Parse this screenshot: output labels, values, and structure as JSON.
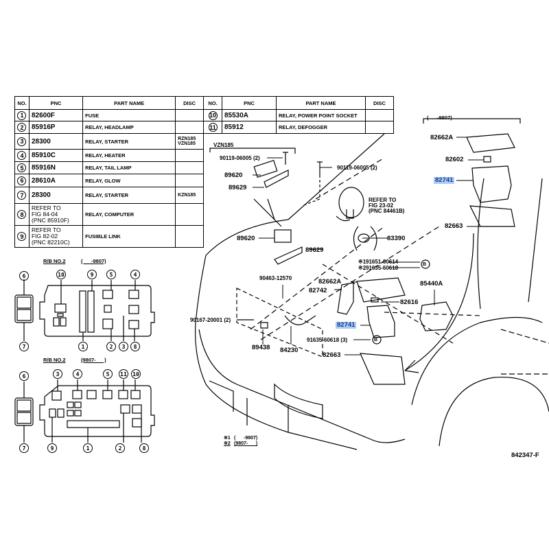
{
  "figure_id": "842347-F",
  "table_left": {
    "headers": {
      "no": "NO.",
      "pnc": "PNC",
      "part_name": "PART NAME",
      "disc": "DISC"
    },
    "rows": [
      {
        "no": "1",
        "pnc": "82600F",
        "part_name": "FUSE",
        "disc": ""
      },
      {
        "no": "2",
        "pnc": "85916P",
        "part_name": "RELAY, HEADLAMP",
        "disc": ""
      },
      {
        "no": "3",
        "pnc": "28300",
        "part_name": "RELAY, STARTER",
        "disc": "RZN185\nVZN185"
      },
      {
        "no": "4",
        "pnc": "85910C",
        "part_name": "RELAY, HEATER",
        "disc": ""
      },
      {
        "no": "5",
        "pnc": "85916N",
        "part_name": "RELAY, TAIL LAMP",
        "disc": ""
      },
      {
        "no": "6",
        "pnc": "28610A",
        "part_name": "RELAY, GLOW",
        "disc": ""
      },
      {
        "no": "7",
        "pnc": "28300",
        "part_name": "RELAY, STARTER",
        "disc": "KZN185"
      },
      {
        "no": "8",
        "pnc": "REFER TO\nFIG 84-04\n(PNC 85910F)",
        "part_name": "RELAY, COMPUTER",
        "disc": ""
      },
      {
        "no": "9",
        "pnc": "REFER TO\nFIG 82-02\n(PNC 82210C)",
        "part_name": "FUSIBLE LINK",
        "disc": ""
      }
    ]
  },
  "table_right": {
    "headers": {
      "no": "NO.",
      "pnc": "PNC",
      "part_name": "PART NAME",
      "disc": "DISC"
    },
    "rows": [
      {
        "no": "10",
        "pnc": "85530A",
        "part_name": "RELAY, POWER POINT SOCKET",
        "disc": ""
      },
      {
        "no": "11",
        "pnc": "85912",
        "part_name": "RELAY, DEFOGGER",
        "disc": ""
      }
    ]
  },
  "rb_old": {
    "title": "R/B NO.2",
    "range": "(      -9807)",
    "top_callouts": [
      "6",
      "10",
      "9",
      "5",
      "4"
    ],
    "bottom_callouts": [
      "7",
      "1",
      "2",
      "3",
      "8"
    ]
  },
  "rb_new": {
    "title": "R/B NO.2",
    "range": "(9807-      )",
    "top_callouts": [
      "6",
      "3",
      "4",
      "5",
      "11",
      "10"
    ],
    "bottom_callouts": [
      "7",
      "9",
      "1",
      "2",
      "8"
    ]
  },
  "labels": {
    "vzn185": "VZN185",
    "bolt_a": "90119-06005 (2)",
    "ecu_a": "89620",
    "bracket_a": "89629",
    "bolt_b": "90119-06005 (2)",
    "refer_horn": "REFER TO\nFIG 23-02\n(PNC 84461B)",
    "ecu_b": "89620",
    "bracket_b": "89629",
    "switch": "83390",
    "bolt_m1": "91651-60614",
    "bolt_m2": "91635-60618",
    "mark_1": "※1",
    "mark_2": "※2",
    "ref_b": "B",
    "nut": "90463-12570",
    "cover_b": "82662A",
    "clamp": "82742",
    "fuse_b": "82616",
    "relay_block": "85440A",
    "screw": "90167-20001 (2)",
    "block_b": "82741",
    "sensor": "89438",
    "harness": "84230",
    "bolt_c": "91635-60618 (3)",
    "lower_b": "82663",
    "inset_range": "(      -9807)",
    "cover_a": "82662A",
    "fuse_a": "82602",
    "block_a": "82741",
    "lower_a": "82663"
  },
  "legend": {
    "m1": "※1",
    "m1_range": "(      -9807)",
    "m2": "※2",
    "m2_range": "(9807-      )"
  },
  "highlight_color": "#a9cdf7"
}
